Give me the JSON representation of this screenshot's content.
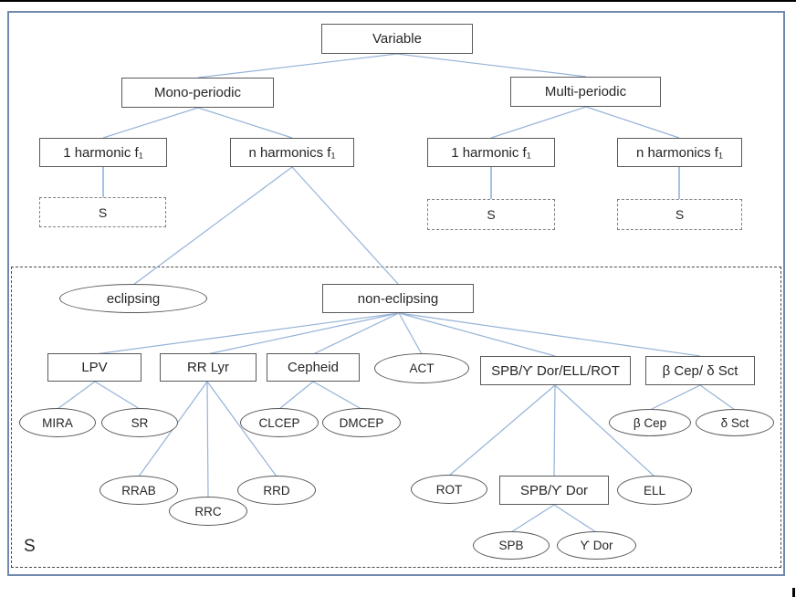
{
  "figure": {
    "type": "tree-diagram",
    "region_tag": "S"
  },
  "colors": {
    "connector_line": "#95b3d7",
    "connector_line_vertical": "#7da7d9",
    "box_border": "#595959",
    "frame_border": "#7189ae",
    "dashed_border": "#7f7f7f",
    "text": "#262626"
  },
  "nodes": {
    "variable": "Variable",
    "mono_periodic": "Mono-periodic",
    "multi_periodic": "Multi-periodic",
    "harm1_left": "1 harmonic f₁",
    "harmn_left": "n harmonics f₁",
    "harm1_right": "1 harmonic f₁",
    "harmn_right": "n harmonics f₁",
    "s_left": "S",
    "s_mid": "S",
    "s_right": "S",
    "s_region": "S",
    "eclipsing": "eclipsing",
    "non_eclipsing": "non-eclipsing",
    "lpv": "LPV",
    "rr_lyr": "RR Lyr",
    "cepheid": "Cepheid",
    "act": "ACT",
    "spb_gdor_ell_rot": "SPB/ϒ Dor/ELL/ROT",
    "bcep_dsct": "β Cep/ δ Sct",
    "mira": "MIRA",
    "sr": "SR",
    "clcep": "CLCEP",
    "dmcep": "DMCEP",
    "rrab": "RRAB",
    "rrc": "RRC",
    "rrd": "RRD",
    "rot": "ROT",
    "spb_gdor": "SPB/ϒ Dor",
    "ell": "ELL",
    "bcep": "β Cep",
    "dsct": "δ Sct",
    "spb": "SPB",
    "gdor": "ϒ Dor"
  }
}
